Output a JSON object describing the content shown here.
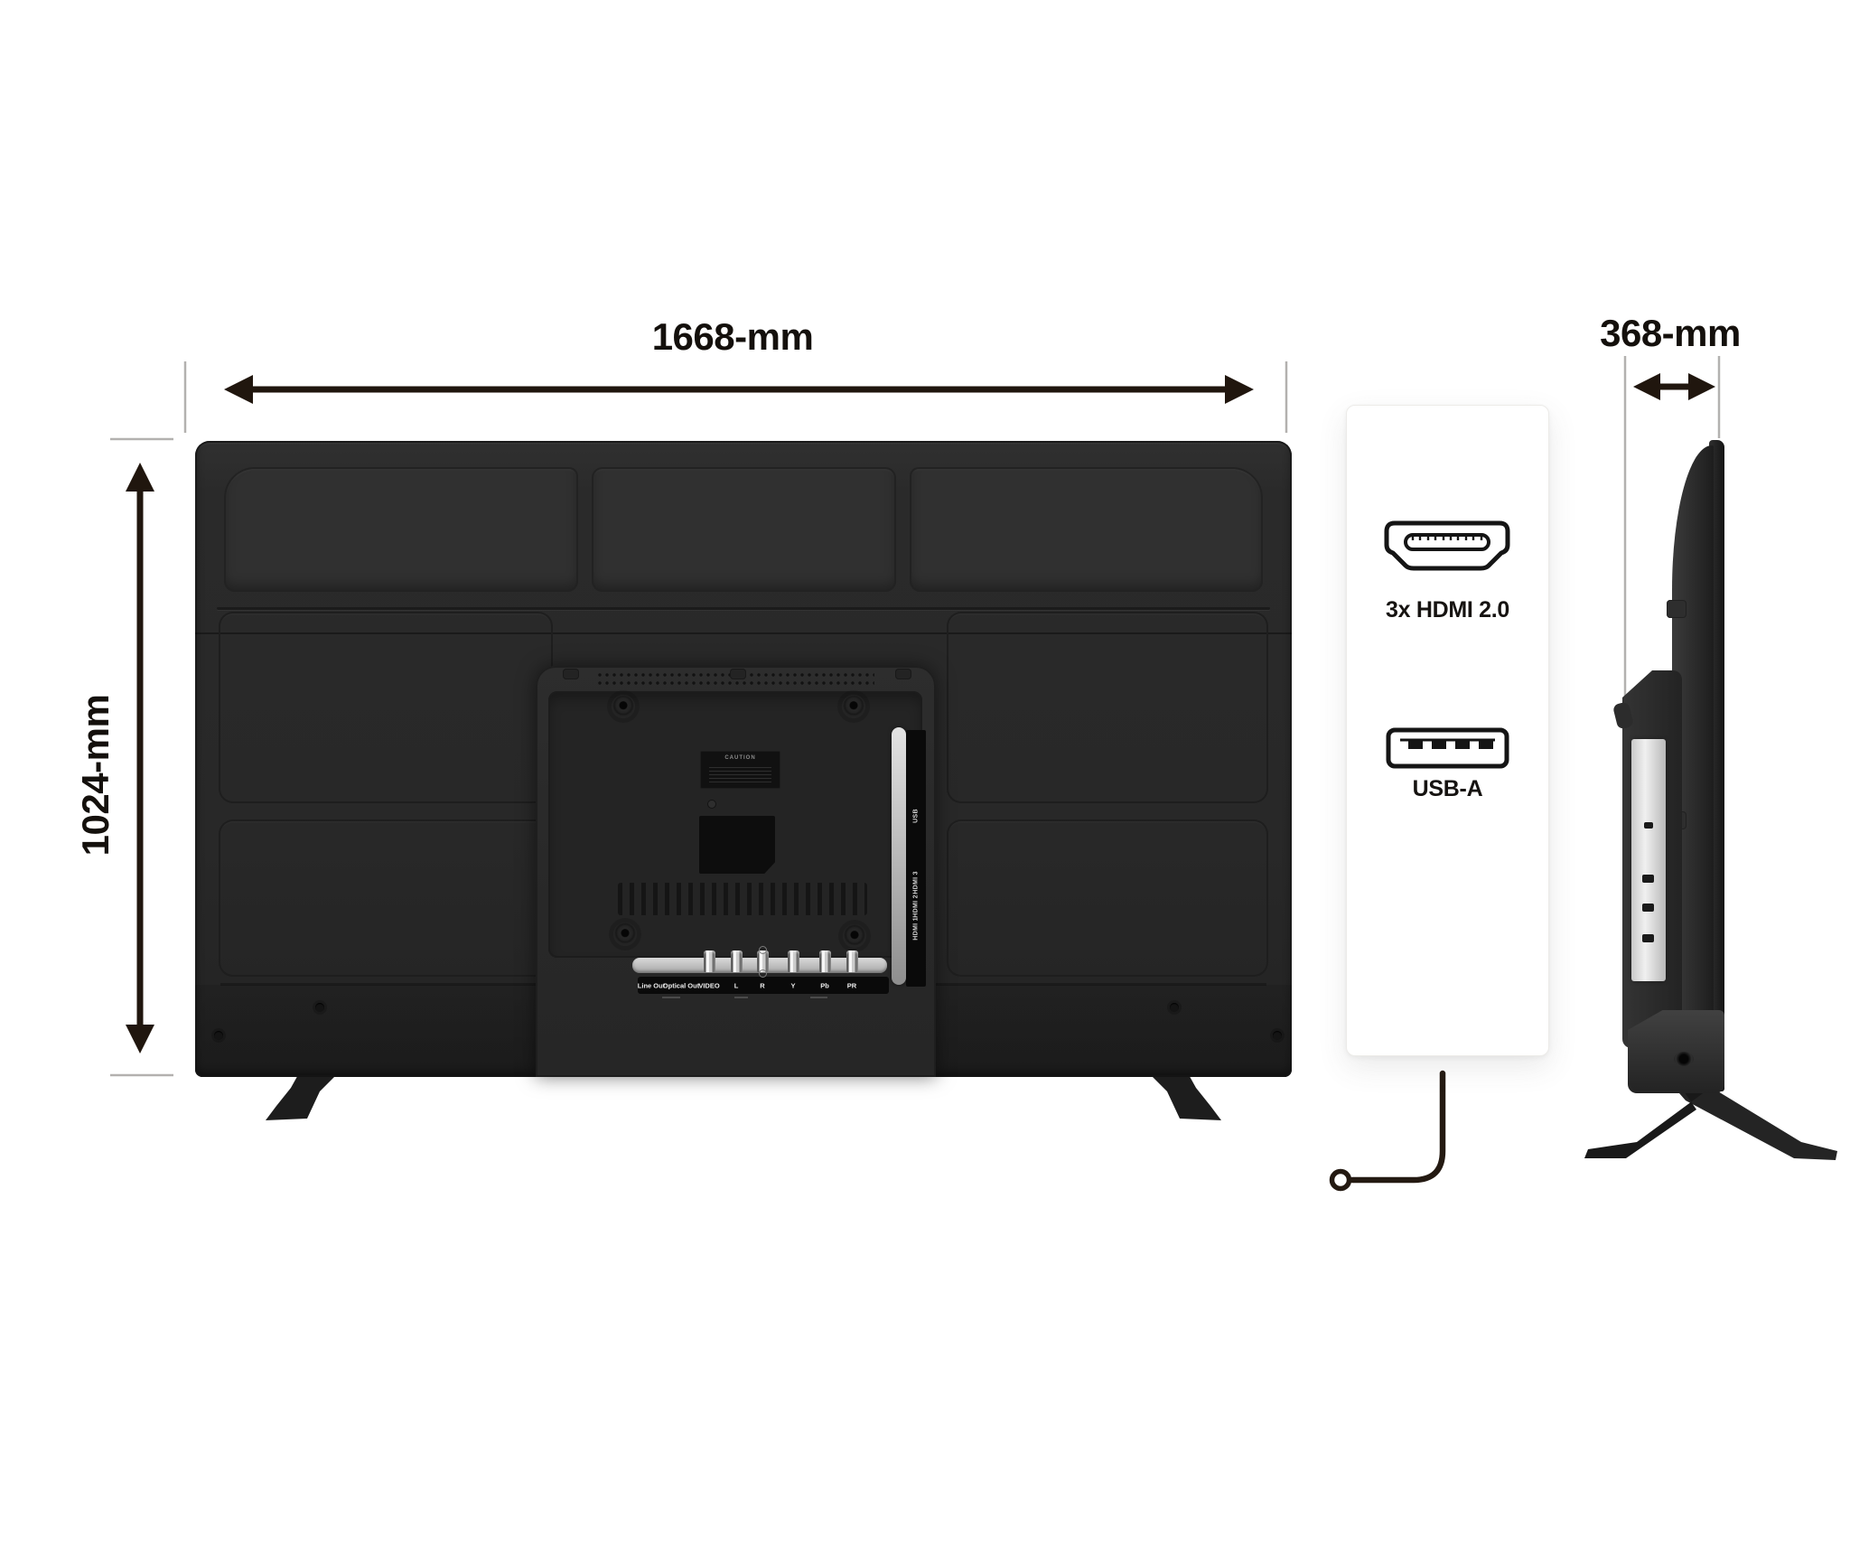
{
  "diagram": {
    "background_color": "#ffffff"
  },
  "dimensions": {
    "width_label": "1668-mm",
    "height_label": "1024-mm",
    "depth_label": "368-mm",
    "arrow_color": "#20160e",
    "extension_line_color": "#b3b1af",
    "label_color": "#14100c"
  },
  "ports_card": {
    "hdmi": {
      "icon": "hdmi-port-icon",
      "label": "3x HDMI 2.0"
    },
    "usb": {
      "icon": "usb-port-icon",
      "label": "USB-A"
    }
  },
  "tv_back_view": {
    "caution_label": "CAUTION",
    "rear_port_labels": [
      "USB",
      "HDMI 3",
      "HDMI 2",
      "HDMI 1"
    ],
    "bottom_port_labels": [
      "Line Out",
      "Optical Out",
      "VIDEO",
      "L",
      "R",
      "Y",
      "Pb",
      "PR"
    ],
    "body_color": "#282828",
    "silver_color": "#c2c2c2"
  },
  "tv_side_view": {
    "body_color": "#2b2b2b",
    "silver_color": "#d9d9d9"
  }
}
